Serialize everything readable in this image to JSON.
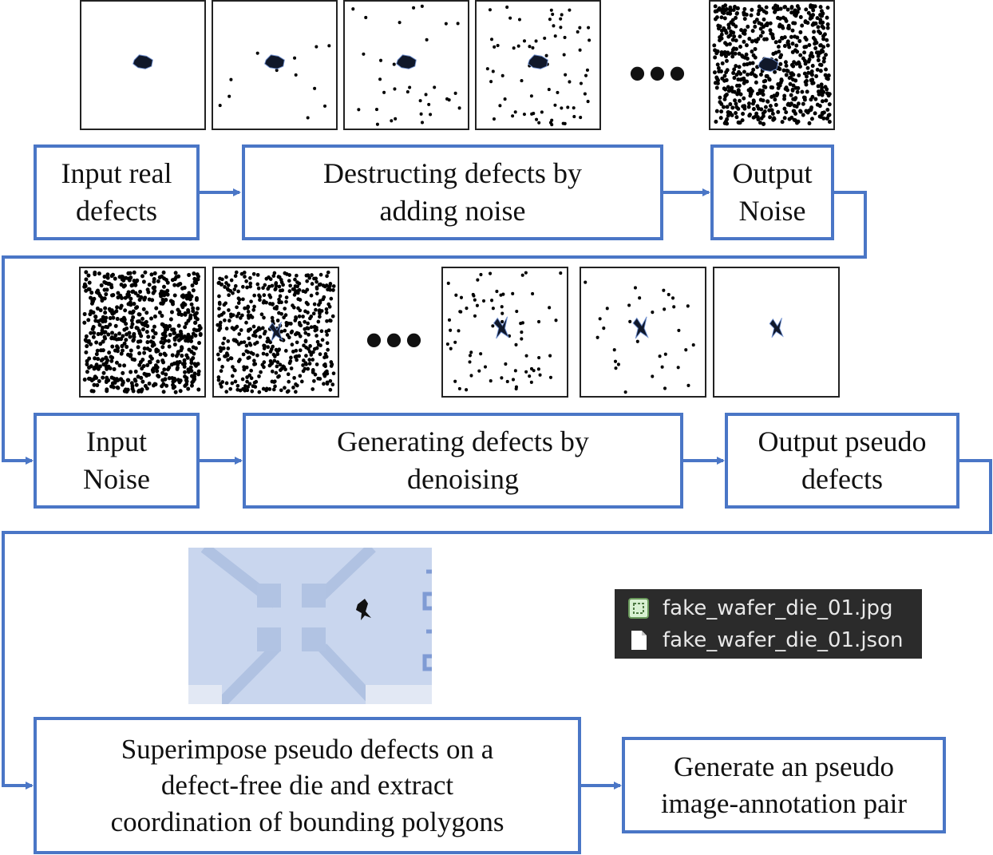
{
  "stage1": {
    "input_label": "Input real\ndefects",
    "process_label": "Destructing defects by\nadding noise",
    "output_label": "Output\nNoise"
  },
  "stage2": {
    "input_label": "Input\nNoise",
    "process_label": "Generating defects by\ndenoising",
    "output_label": "Output pseudo\ndefects"
  },
  "stage3": {
    "process_label": "Superimpose pseudo defects on a\ndefect-free die and extract\ncoordination of bounding polygons",
    "output_label": "Generate an pseudo\nimage-annotation pair"
  },
  "ellipsis": "•••",
  "files": [
    {
      "name": "fake_wafer_die_01.jpg",
      "icon": "image-file-icon"
    },
    {
      "name": "fake_wafer_die_01.json",
      "icon": "document-file-icon"
    }
  ],
  "colors": {
    "arrow_blue": "#4a76c6",
    "die_background": "#c9d6ee",
    "file_panel_background": "#2b2b2b"
  }
}
